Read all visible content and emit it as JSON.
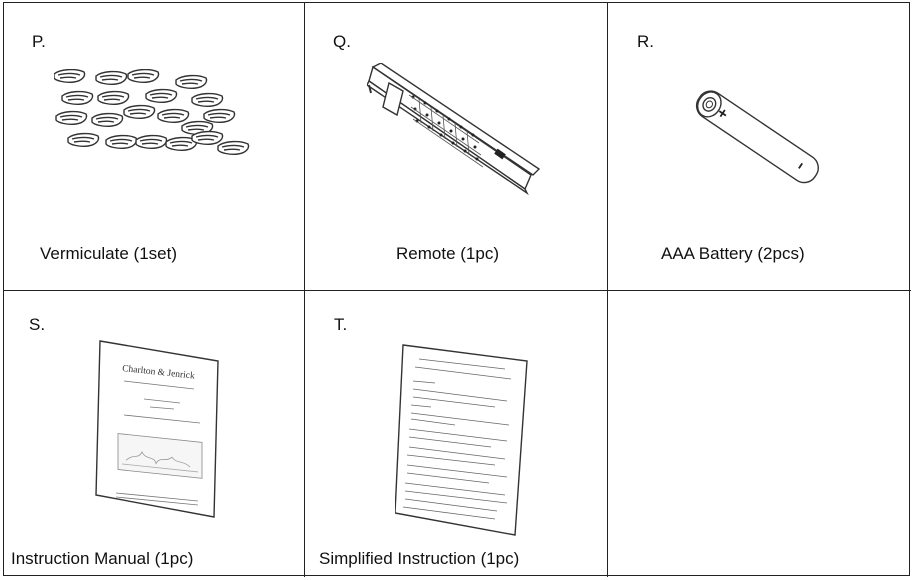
{
  "items": [
    {
      "letter": "P.",
      "caption": "Vermiculate (1set)",
      "icon": "vermiculite-pieces-icon"
    },
    {
      "letter": "Q.",
      "caption": "Remote (1pc)",
      "icon": "remote-control-icon"
    },
    {
      "letter": "R.",
      "caption": "AAA Battery (2pcs)",
      "icon": "aaa-battery-icon"
    },
    {
      "letter": "S.",
      "caption": "Instruction Manual (1pc)",
      "icon": "instruction-manual-icon"
    },
    {
      "letter": "T.",
      "caption": "Simplified Instruction (1pc)",
      "icon": "simplified-instruction-icon"
    }
  ],
  "manual_cover": {
    "brand": "Charlton & Jenrick"
  }
}
